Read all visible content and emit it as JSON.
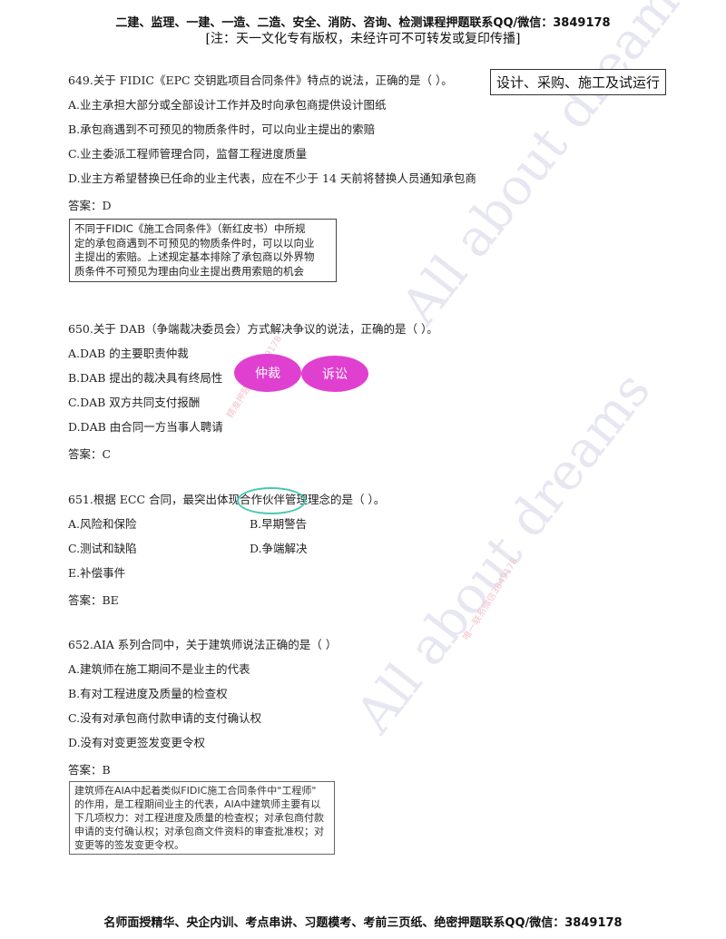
{
  "header": {
    "line1": "二建、监理、一建、一造、二造、安全、消防、咨询、检测课程押题联系QQ/微信：3849178",
    "line2": "[注：天一文化专有版权，未经许可不可转发或复印传播]"
  },
  "watermarks": {
    "big1": "All about dreams",
    "big2": "All about dreams",
    "small1": "唯一联系微信3849178",
    "small2": "精准押题资料3849178"
  },
  "questions": [
    {
      "stem": "649.关于 FIDIC《EPC 交钥匙项目合同条件》特点的说法，正确的是（    ）。",
      "options": [
        "A.业主承担大部分或全部设计工作并及时向承包商提供设计图纸",
        "B.承包商遇到不可预见的物质条件时，可以向业主提出的索赔",
        "C.业主委派工程师管理合同，监督工程进度质量",
        "D.业主方希望替换已任命的业主代表，应在不少于 14 天前将替换人员通知承包商"
      ],
      "answer": "答案：D",
      "annotation": "设计、采购、施工及试运行",
      "note_lines": [
        "不同于FIDIC《施工合同条件》（新红皮书）中所规",
        "定的承包商遇到不可预见的物质条件时，可以以向业",
        "主提出的索赔。上述规定基本排除了承包商以外界物",
        "质条件不可预见为理由向业主提出费用索赔的机会"
      ]
    },
    {
      "stem": "650.关于 DAB（争端裁决委员会）方式解决争议的说法，正确的是（    ）。",
      "options": [
        "A.DAB 的主要职责仲裁",
        "B.DAB 提出的裁决具有终局性",
        "C.DAB 双方共同支付报酬",
        "D.DAB 由合同一方当事人聘请"
      ],
      "answer": "答案：C",
      "bubbles": [
        "仲裁",
        "诉讼"
      ]
    },
    {
      "stem": "651.根据 ECC 合同，最突出体现合作伙伴管理理念的是（    ）。",
      "options": [
        "A.风险和保险",
        "B.早期警告",
        "C.测试和缺陷",
        "D.争端解决",
        "E.补偿事件"
      ],
      "answer": "答案：BE"
    },
    {
      "stem": "652.AIA 系列合同中，关于建筑师说法正确的是（    ）",
      "options": [
        "A.建筑师在施工期间不是业主的代表",
        "B.有对工程进度及质量的检查权",
        "C.没有对承包商付款申请的支付确认权",
        "D.没有对变更签发变更令权"
      ],
      "answer": "答案：B",
      "note_lines": [
        "建筑师在AIA中起着类似FIDIC施工合同条件中\"工程师\"",
        "的作用，是工程期间业主的代表，AIA中建筑师主要有以",
        "下几项权力：对工程进度及质量的检查权；对承包商付款",
        "申请的支付确认权；对承包商文件资料的审查批准权；对",
        "变更等的签发变更令权。"
      ]
    }
  ],
  "footer": "名师面授精华、央企内训、考点串讲、习题模考、考前三页纸、绝密押题联系QQ/微信：3849178"
}
